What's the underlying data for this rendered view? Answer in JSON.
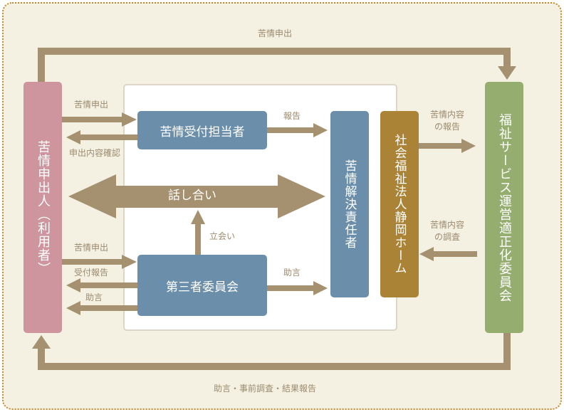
{
  "colors": {
    "arrow": "#a59170",
    "blue": "#6b8fab",
    "pink": "#cf959e",
    "brown": "#ab8337",
    "green": "#95ad6f"
  },
  "nodes": {
    "user": "苦情申出人（利用者）",
    "reception": "苦情受付担当者",
    "third_party": "第三者委員会",
    "resolver": "苦情解決責任者",
    "corporation": "社会福祉法人静岡ホーム",
    "committee": "福祉サービス運営適正化委員会"
  },
  "edges": {
    "top": "苦情申出",
    "bottom": "助言・事前調査・結果報告",
    "user_to_reception": "苦情申出",
    "reception_to_user": "申出内容確認",
    "discussion": "話し合い",
    "attend": "立会い",
    "user_to_third": "苦情申出",
    "third_to_user_report": "受付報告",
    "third_to_user_advice": "助言",
    "reception_to_resolver": "報告",
    "third_to_resolver": "助言",
    "corp_to_committee_1": "苦情内容",
    "corp_to_committee_2": "の報告",
    "committee_to_corp_1": "苦情内容",
    "committee_to_corp_2": "の調査"
  }
}
